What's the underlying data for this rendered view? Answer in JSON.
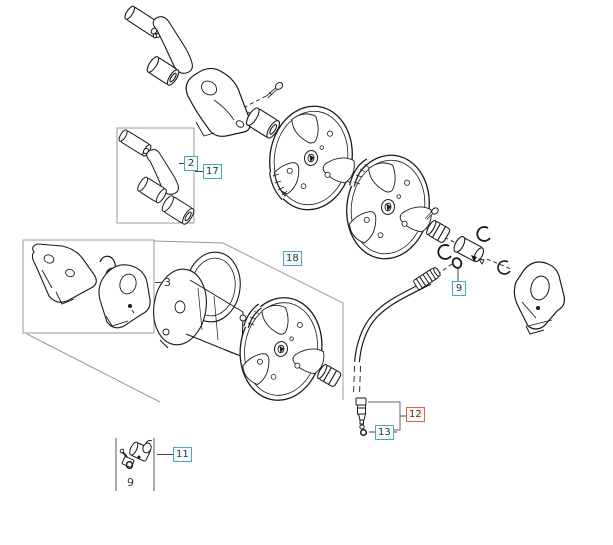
{
  "diagram": {
    "background": "#ffffff",
    "ink": "#1a1a1a",
    "frame_color": "#999999",
    "accent_teal": "#4BA6B3",
    "accent_orange": "#CE6A45",
    "callouts": {
      "c2": {
        "label": "2",
        "style": "teal"
      },
      "c17": {
        "label": "17",
        "style": "teal"
      },
      "c18": {
        "label": "18",
        "style": "teal"
      },
      "c3": {
        "label": "3",
        "style": "plain"
      },
      "c9_main": {
        "label": "9",
        "style": "teal"
      },
      "c11": {
        "label": "11",
        "style": "teal"
      },
      "c12": {
        "label": "12",
        "style": "orange"
      },
      "c13": {
        "label": "13",
        "style": "teal"
      },
      "c9_detail": {
        "label": "9",
        "style": "plain"
      }
    }
  }
}
